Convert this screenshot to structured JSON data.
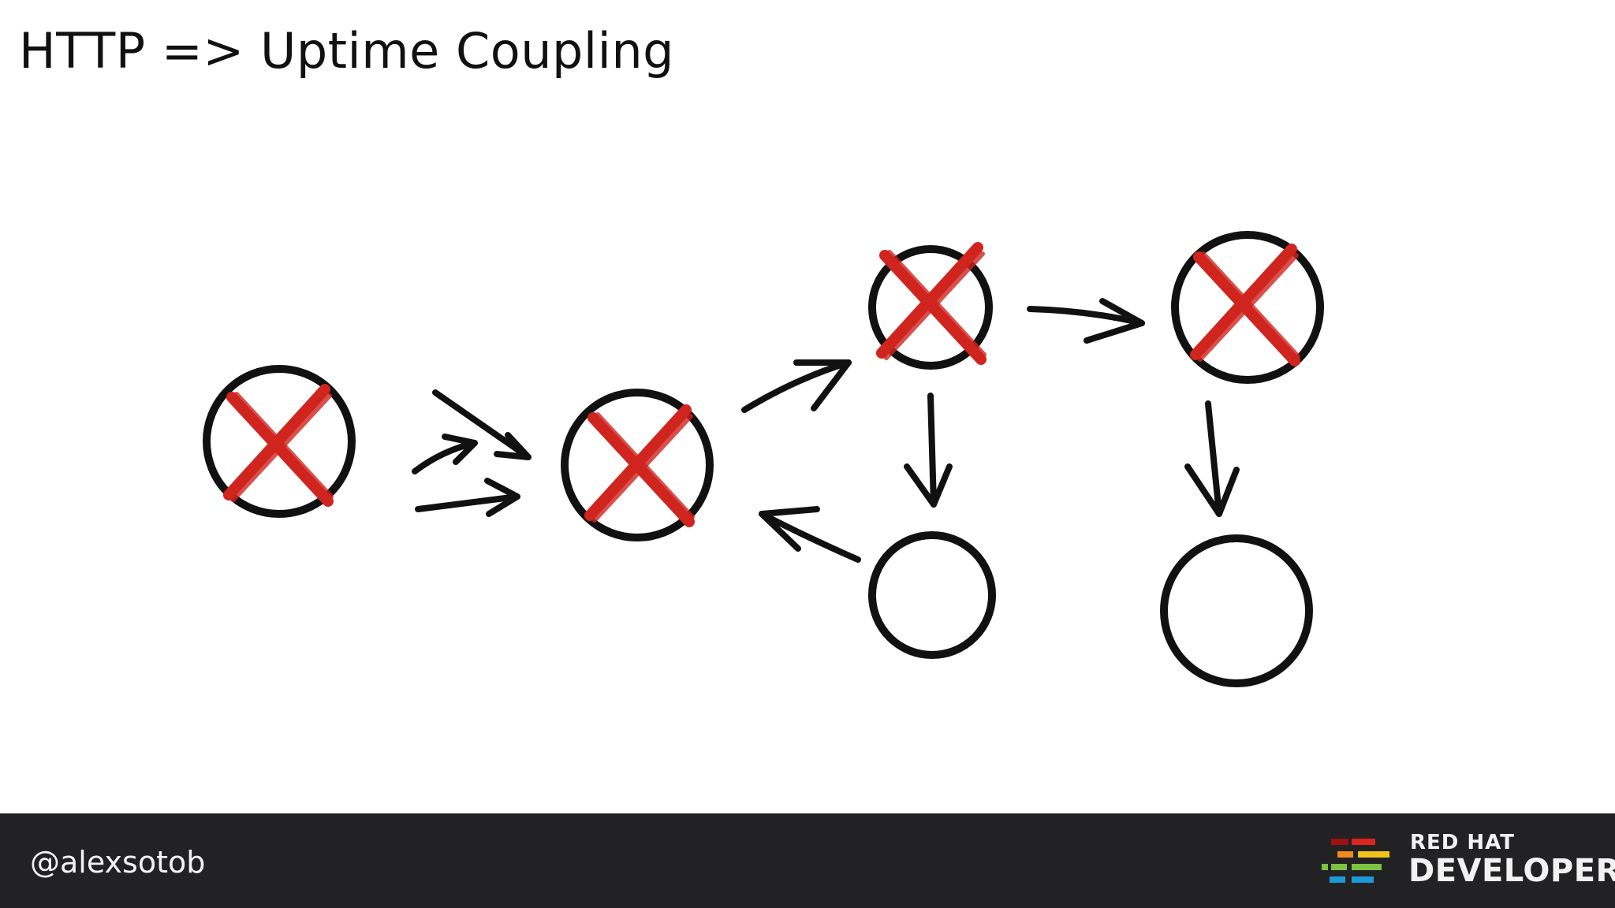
{
  "slide": {
    "title": "HTTP => Uptime Coupling"
  },
  "footer": {
    "handle": "@alexsotob",
    "brand_top": "RED HAT",
    "brand_bottom": "DEVELOPER"
  },
  "diagram": {
    "nodes": [
      {
        "id": "n1",
        "failed": true
      },
      {
        "id": "n2",
        "failed": true
      },
      {
        "id": "n3",
        "failed": true
      },
      {
        "id": "n4",
        "failed": true
      },
      {
        "id": "n5",
        "failed": false
      },
      {
        "id": "n6",
        "failed": false
      }
    ],
    "edges": [
      {
        "from": "in-1",
        "to": "n2"
      },
      {
        "from": "in-2",
        "to": "n2"
      },
      {
        "from": "in-3",
        "to": "n2"
      },
      {
        "from": "n2",
        "to": "n3"
      },
      {
        "from": "n3",
        "to": "n4"
      },
      {
        "from": "n3",
        "to": "n5"
      },
      {
        "from": "n5",
        "to": "n2"
      },
      {
        "from": "n4",
        "to": "n6"
      }
    ],
    "colors": {
      "stroke": "#111111",
      "cross": "#d0241e"
    }
  },
  "logo_colors": [
    "#a00f0f",
    "#e0231c",
    "#f08a1c",
    "#f2c21c",
    "#7cc142",
    "#1a9bd7"
  ]
}
